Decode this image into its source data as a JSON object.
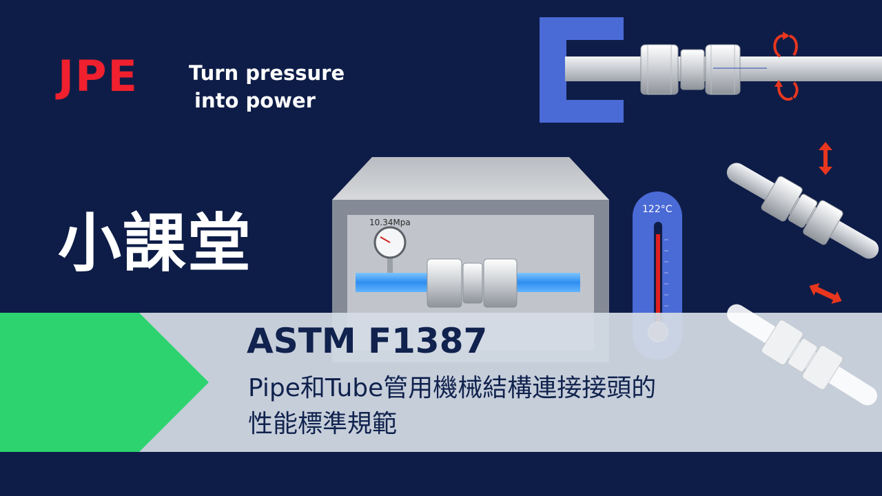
{
  "brand": {
    "logo": "JPE",
    "tagline_line1": "Turn pressure",
    "tagline_line2": "into power"
  },
  "section_title": "小課堂",
  "banner": {
    "standard": "ASTM F1387",
    "description_line1": "Pipe和Tube管用機械結構連接接頭的",
    "description_line2": "性能標準規範"
  },
  "illustration": {
    "pressure_gauge_label": "10.34Mpa",
    "temperature_label": "122°C"
  },
  "colors": {
    "background": "#0e1d47",
    "logo_red": "#f0202e",
    "banner_gray": "#d4dbe5",
    "arrow_green": "#2dd36f",
    "clamp_blue": "#4a6ad6",
    "text_navy": "#10224d"
  },
  "icons": [
    "clamp-icon",
    "rotation-arrows-icon",
    "vertical-arrows-icon",
    "diagonal-arrows-icon",
    "thermometer-icon",
    "pressure-gauge-icon"
  ]
}
